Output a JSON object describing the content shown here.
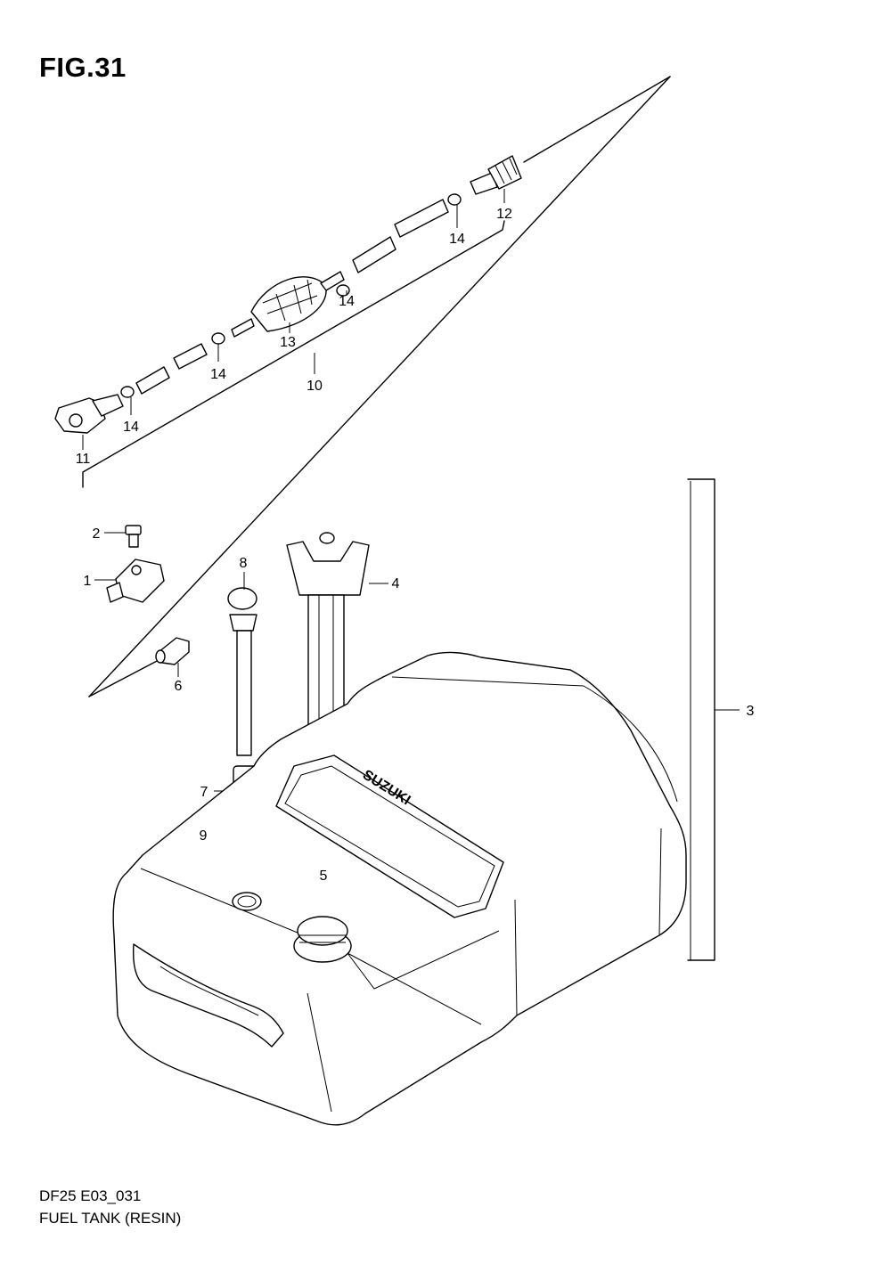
{
  "figure": {
    "title": "FIG.31"
  },
  "footer": {
    "code": "DF25 E03_031",
    "name": "FUEL TANK (RESIN)"
  },
  "tank_marking": "SUZUKI",
  "callouts": [
    {
      "id": "1",
      "label": "1"
    },
    {
      "id": "2",
      "label": "2"
    },
    {
      "id": "3",
      "label": "3"
    },
    {
      "id": "4",
      "label": "4"
    },
    {
      "id": "5",
      "label": "5"
    },
    {
      "id": "6",
      "label": "6"
    },
    {
      "id": "7",
      "label": "7"
    },
    {
      "id": "8",
      "label": "8"
    },
    {
      "id": "9",
      "label": "9"
    },
    {
      "id": "10",
      "label": "10"
    },
    {
      "id": "11",
      "label": "11"
    },
    {
      "id": "12",
      "label": "12"
    },
    {
      "id": "13",
      "label": "13"
    },
    {
      "id": "14a",
      "label": "14"
    },
    {
      "id": "14b",
      "label": "14"
    },
    {
      "id": "14c",
      "label": "14"
    },
    {
      "id": "14d",
      "label": "14"
    }
  ]
}
